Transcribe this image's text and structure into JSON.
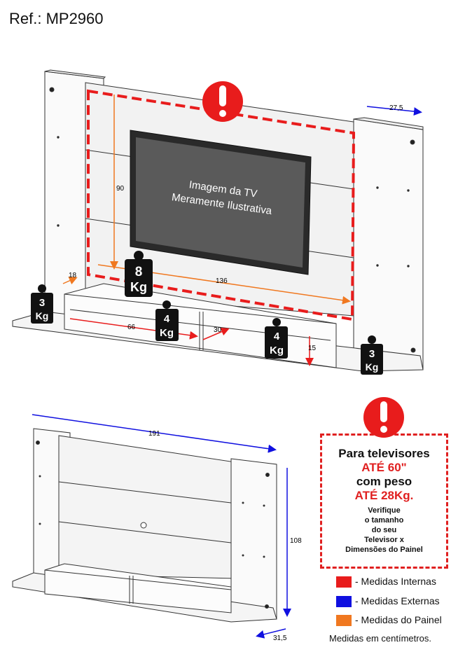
{
  "ref": "Ref.: MP2960",
  "tv": {
    "line1": "Imagem da TV",
    "line2": "Meramente Ilustrativa"
  },
  "dims_top": {
    "d90": "90",
    "d136": "136",
    "d18": "18",
    "d66": "66",
    "d30": "30",
    "d15": "15",
    "d27_5": "27,5"
  },
  "weights": {
    "w8": {
      "n": "8",
      "u": "Kg"
    },
    "w4a": {
      "n": "4",
      "u": "Kg"
    },
    "w4b": {
      "n": "4",
      "u": "Kg"
    },
    "w3a": {
      "n": "3",
      "u": "Kg"
    },
    "w3b": {
      "n": "3",
      "u": "Kg"
    }
  },
  "dims_bottom": {
    "d191": "191",
    "d108": "108",
    "d31_5": "31,5"
  },
  "warning": {
    "l1": "Para televisores",
    "l2": "ATÉ 60\"",
    "l3": "com peso",
    "l4": "ATÉ 28Kg.",
    "l5": "Verifique",
    "l6": "o tamanho",
    "l7": "do seu",
    "l8": "Televisor x",
    "l9": "Dimensões do Painel"
  },
  "legend": [
    {
      "label": "- Medidas Internas",
      "color": "#e81c1c"
    },
    {
      "label": "- Medidas Externas",
      "color": "#1010e0"
    },
    {
      "label": "- Medidas do Painel",
      "color": "#f07820"
    }
  ],
  "footer": "Medidas em centímetros."
}
